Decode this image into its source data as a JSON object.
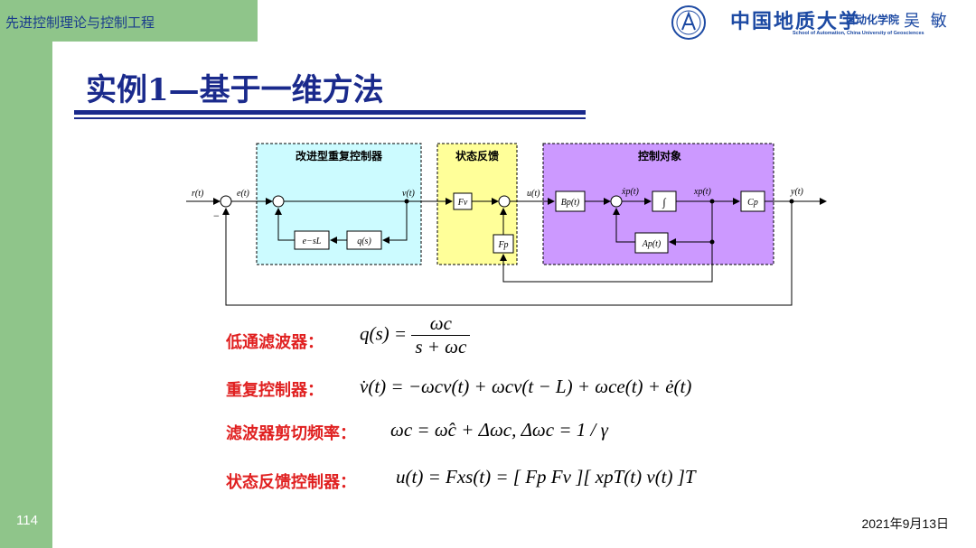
{
  "header": {
    "course_title": "先进控制理论与控制工程",
    "university": "中国地质大学",
    "department": "自动化学院",
    "author": "吴 敏",
    "department_en": "School of Automation, China University of Geosciences"
  },
  "slide": {
    "title": "实例1—基于一维方法",
    "page_number": "114",
    "date": "2021年9月13日"
  },
  "diagram": {
    "blocks": {
      "controller_label": "改进型重复控制器",
      "feedback_label": "状态反馈",
      "plant_label": "控制对象"
    },
    "signals": {
      "r": "r(t)",
      "e": "e(t)",
      "v": "v(t)",
      "u": "u(t)",
      "xdot": "ẋp(t)",
      "x": "xp(t)",
      "y": "y(t)",
      "minus": "−"
    },
    "gains": {
      "delay": "e−sL",
      "filter": "q(s)",
      "Fv": "Fv",
      "Fp": "Fp",
      "Bp": "Bp(t)",
      "integrator": "∫",
      "Cp": "Cp",
      "Ap": "Ap(t)"
    },
    "colors": {
      "controller_bg": "#ccfbff",
      "feedback_bg": "#ffff99",
      "plant_bg": "#cc99ff"
    }
  },
  "equations": {
    "lowpass_label": "低通滤波器：",
    "lowpass_lhs": "q(s) =",
    "lowpass_num": "ωc",
    "lowpass_den": "s + ωc",
    "repetitive_label": "重复控制器：",
    "repetitive_eq": "v̇(t) = −ωcv(t) + ωcv(t − L) + ωce(t) + ė(t)",
    "cutoff_label": "滤波器剪切频率：",
    "cutoff_eq": "ωc = ω̂c + Δωc, Δωc = 1 / γ",
    "statefb_label": "状态反馈控制器：",
    "statefb_eq": "u(t) = Fxs(t) = [ Fp   Fv ][ xpT(t)   v(t) ]T"
  }
}
